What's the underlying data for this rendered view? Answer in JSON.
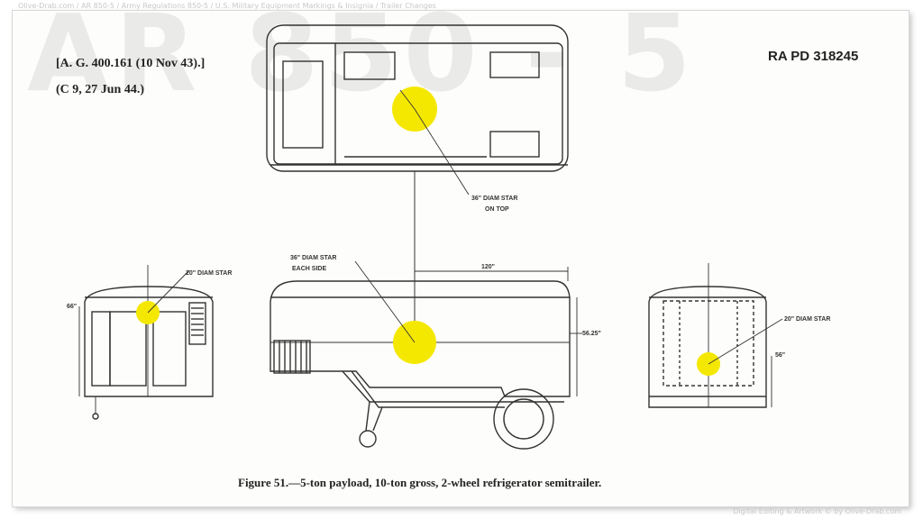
{
  "watermark": {
    "large_text": "AR 850 - 5",
    "top_credit": "Olive-Drab.com / AR 850-5 / Army Regulations 850-5 / U.S. Military Equipment Markings & Insignia / Trailer Changes",
    "bottom_credit": "Digital Editing & Artwork © by Olive-Drab.com"
  },
  "document": {
    "ref_line_1": "[A. G. 400.161 (10 Nov 43).]",
    "ref_line_2": "(C 9, 27 Jun 44.)",
    "ra_number": "RA PD 318245",
    "caption": "Figure 51.—5-ton payload, 10-ton gross, 2-wheel refrigerator semitrailer."
  },
  "annotations": {
    "top_star": "36\" DIAM STAR",
    "top_star_sub": "ON TOP",
    "side_star": "36\" DIAM STAR",
    "side_star_sub": "EACH SIDE",
    "front_star": "20\" DIAM STAR",
    "rear_star": "20\" DIAM STAR",
    "dim_120": "120\"",
    "dim_front": "66\"",
    "dim_side": "56.25\"",
    "dim_rear": "56\""
  },
  "colors": {
    "star": "#f5e800",
    "line": "#333333"
  }
}
